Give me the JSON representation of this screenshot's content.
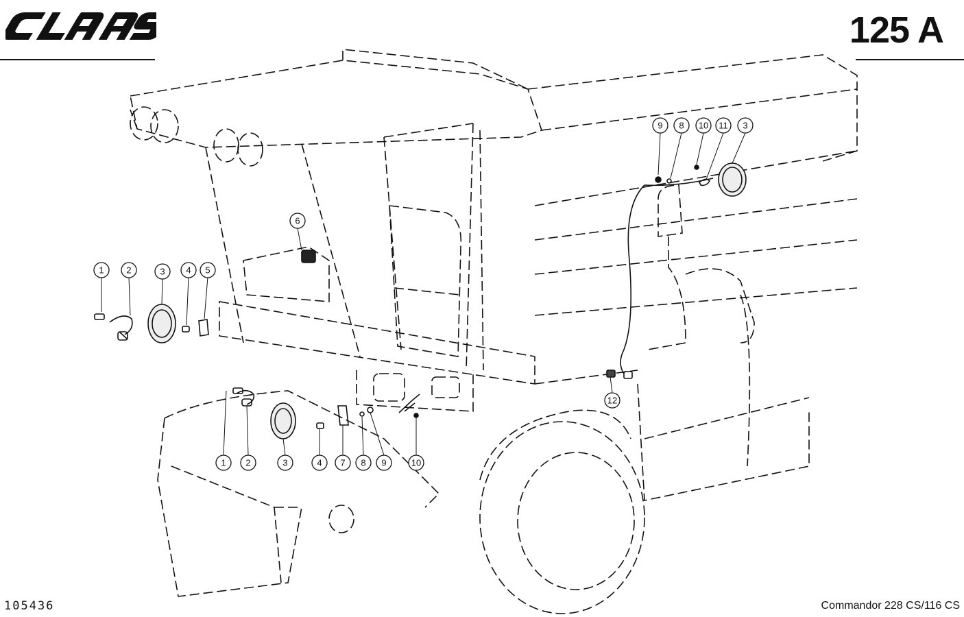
{
  "header": {
    "brand": "CLAAS",
    "page_code": "125 A"
  },
  "footer": {
    "drawing_number": "105436",
    "model": "Commandor 228 CS/116 CS"
  },
  "callouts": {
    "cab_left": [
      "1",
      "2",
      "3",
      "4",
      "5"
    ],
    "cab_top": [
      "6"
    ],
    "front_lower": [
      "1",
      "2",
      "3",
      "4",
      "7",
      "8",
      "9",
      "10"
    ],
    "right_mast": [
      "9",
      "8",
      "10",
      "11",
      "3"
    ],
    "right_plug": [
      "12"
    ]
  }
}
